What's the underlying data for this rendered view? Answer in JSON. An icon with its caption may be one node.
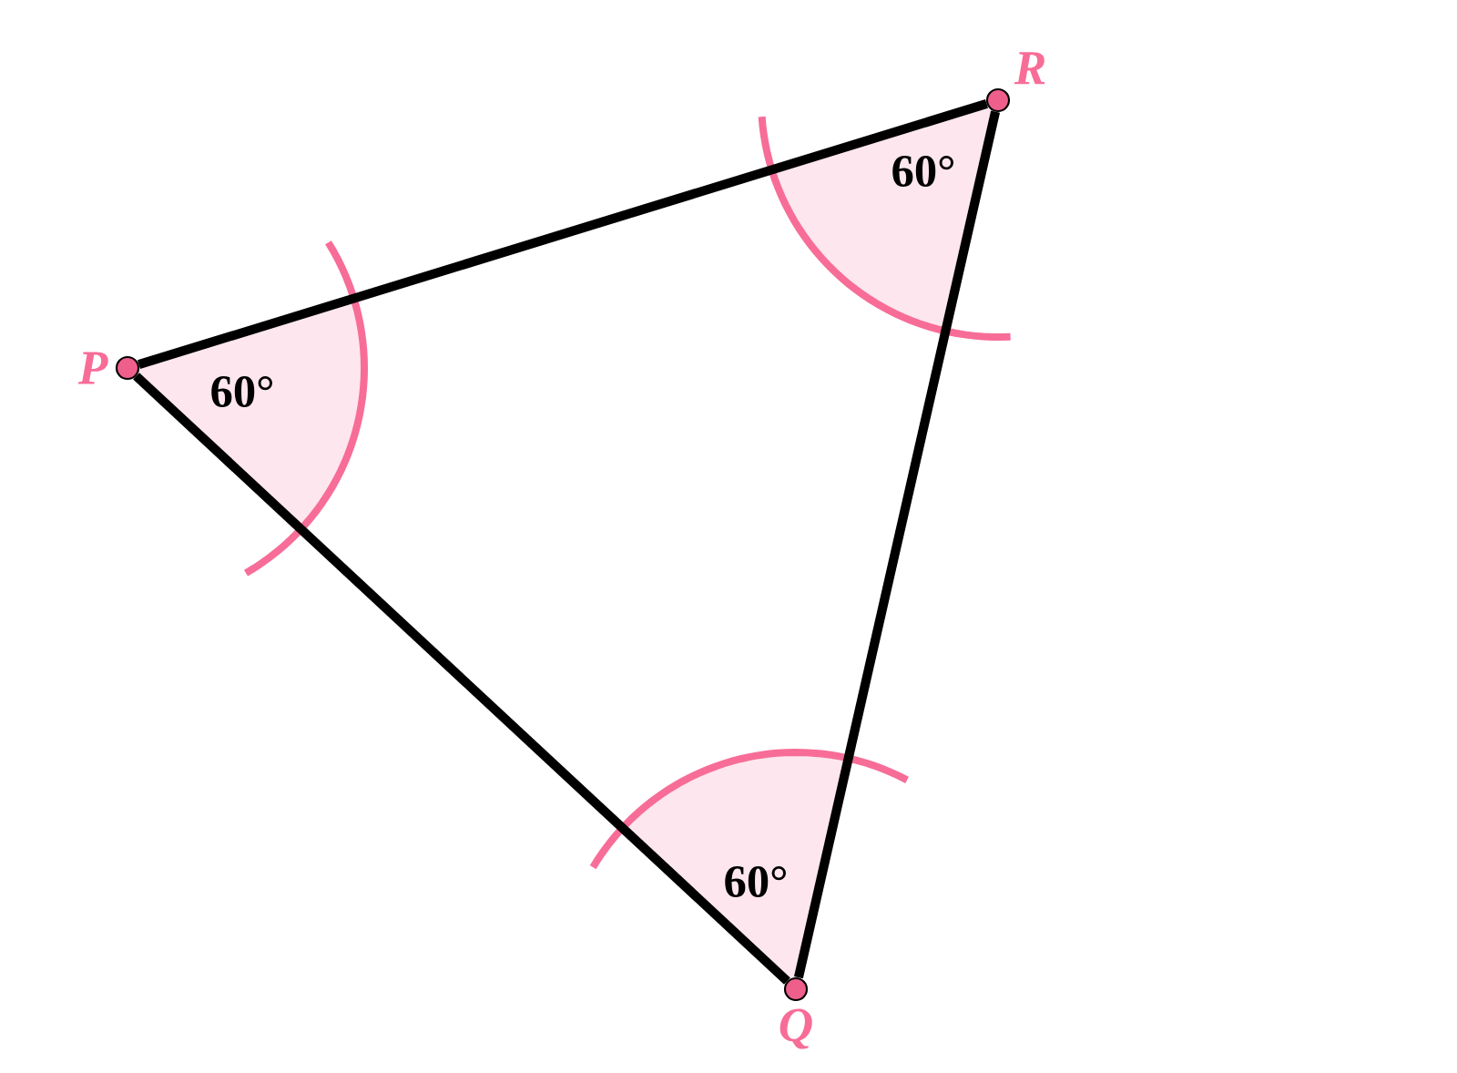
{
  "diagram": {
    "nodes": [
      {
        "text": [
          "P"
        ]
      },
      {
        "text": [
          "Q"
        ]
      },
      {
        "text": [
          "R"
        ]
      }
    ],
    "edges": [
      {
        "from": 0,
        "to": 2,
        "arrow": "none"
      },
      {
        "from": 0,
        "to": 1,
        "arrow": "none"
      },
      {
        "from": 1,
        "to": 2,
        "arrow": "none"
      }
    ],
    "labels": [
      "60°",
      "60°",
      "60°"
    ]
  }
}
